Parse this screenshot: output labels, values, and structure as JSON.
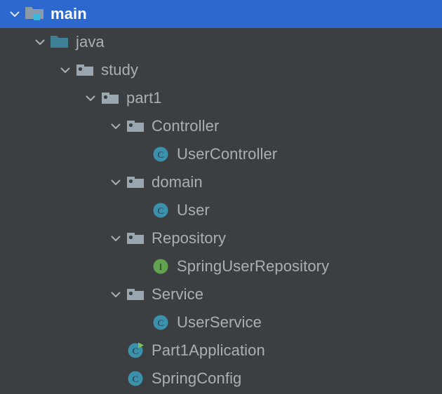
{
  "theme": {
    "background": "#3c3f41",
    "selection_background": "#2d68ce",
    "text_color": "#a9b0b4",
    "selected_text_color": "#ffffff",
    "source_folder_color": "#3d8096",
    "package_folder_color": "#9aa7b0",
    "module_folder_color": "#8b9aa8",
    "module_badge_color": "#3fb6e0",
    "class_icon_color": "#3b91ab",
    "interface_icon_color": "#62a350",
    "run_marker_color": "#7ec44f"
  },
  "tree": {
    "name": "project-tree",
    "nodes": [
      {
        "label": "main",
        "depth": 0,
        "icon": "module-folder-icon",
        "expanded": true,
        "has_chevron": true,
        "selected": true
      },
      {
        "label": "java",
        "depth": 1,
        "icon": "source-folder-icon",
        "expanded": true,
        "has_chevron": true,
        "selected": false
      },
      {
        "label": "study",
        "depth": 2,
        "icon": "package-folder-icon",
        "expanded": true,
        "has_chevron": true,
        "selected": false
      },
      {
        "label": "part1",
        "depth": 3,
        "icon": "package-folder-icon",
        "expanded": true,
        "has_chevron": true,
        "selected": false
      },
      {
        "label": "Controller",
        "depth": 4,
        "icon": "package-folder-icon",
        "expanded": true,
        "has_chevron": true,
        "selected": false
      },
      {
        "label": "UserController",
        "depth": 5,
        "icon": "java-class-icon",
        "expanded": false,
        "has_chevron": false,
        "selected": false
      },
      {
        "label": "domain",
        "depth": 4,
        "icon": "package-folder-icon",
        "expanded": true,
        "has_chevron": true,
        "selected": false
      },
      {
        "label": "User",
        "depth": 5,
        "icon": "java-class-icon",
        "expanded": false,
        "has_chevron": false,
        "selected": false
      },
      {
        "label": "Repository",
        "depth": 4,
        "icon": "package-folder-icon",
        "expanded": true,
        "has_chevron": true,
        "selected": false
      },
      {
        "label": "SpringUserRepository",
        "depth": 5,
        "icon": "java-interface-icon",
        "expanded": false,
        "has_chevron": false,
        "selected": false
      },
      {
        "label": "Service",
        "depth": 4,
        "icon": "package-folder-icon",
        "expanded": true,
        "has_chevron": true,
        "selected": false
      },
      {
        "label": "UserService",
        "depth": 5,
        "icon": "java-class-icon",
        "expanded": false,
        "has_chevron": false,
        "selected": false
      },
      {
        "label": "Part1Application",
        "depth": 4,
        "icon": "java-class-runnable-icon",
        "expanded": false,
        "has_chevron": false,
        "selected": false
      },
      {
        "label": "SpringConfig",
        "depth": 4,
        "icon": "java-class-icon",
        "expanded": false,
        "has_chevron": false,
        "selected": false
      }
    ]
  }
}
